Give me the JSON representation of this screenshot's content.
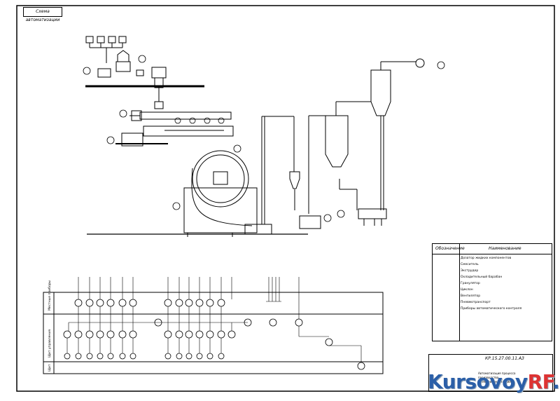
{
  "sheet": {
    "frame_label": "Схема автоматизации"
  },
  "legend": {
    "header_code": "Обозначение",
    "header_name": "Наименование",
    "rows": [
      {
        "code": "",
        "name": "Дозатор жидких компонентов"
      },
      {
        "code": "",
        "name": "Смеситель"
      },
      {
        "code": "",
        "name": "Экструдер"
      },
      {
        "code": "",
        "name": "Охладительный барабан"
      },
      {
        "code": "",
        "name": "Гранулятор"
      },
      {
        "code": "",
        "name": "Циклон"
      },
      {
        "code": "",
        "name": "Вентилятор"
      },
      {
        "code": "",
        "name": "Пневмотранспорт"
      },
      {
        "code": "",
        "name": "Приборы автоматического контроля"
      }
    ]
  },
  "titleblock": {
    "doc_number": "КР.15.27.00.11.АЗ",
    "info_lines": [
      "Автоматизация процесса",
      "производства",
      "Схема автоматизации"
    ]
  },
  "watermark": {
    "brand_main": "Kursovoy",
    "brand_accent": "RF",
    "brand_tld": ".ru"
  },
  "panel": {
    "row_labels": [
      "Местные приборы",
      "Щит управления",
      "Щит"
    ]
  }
}
